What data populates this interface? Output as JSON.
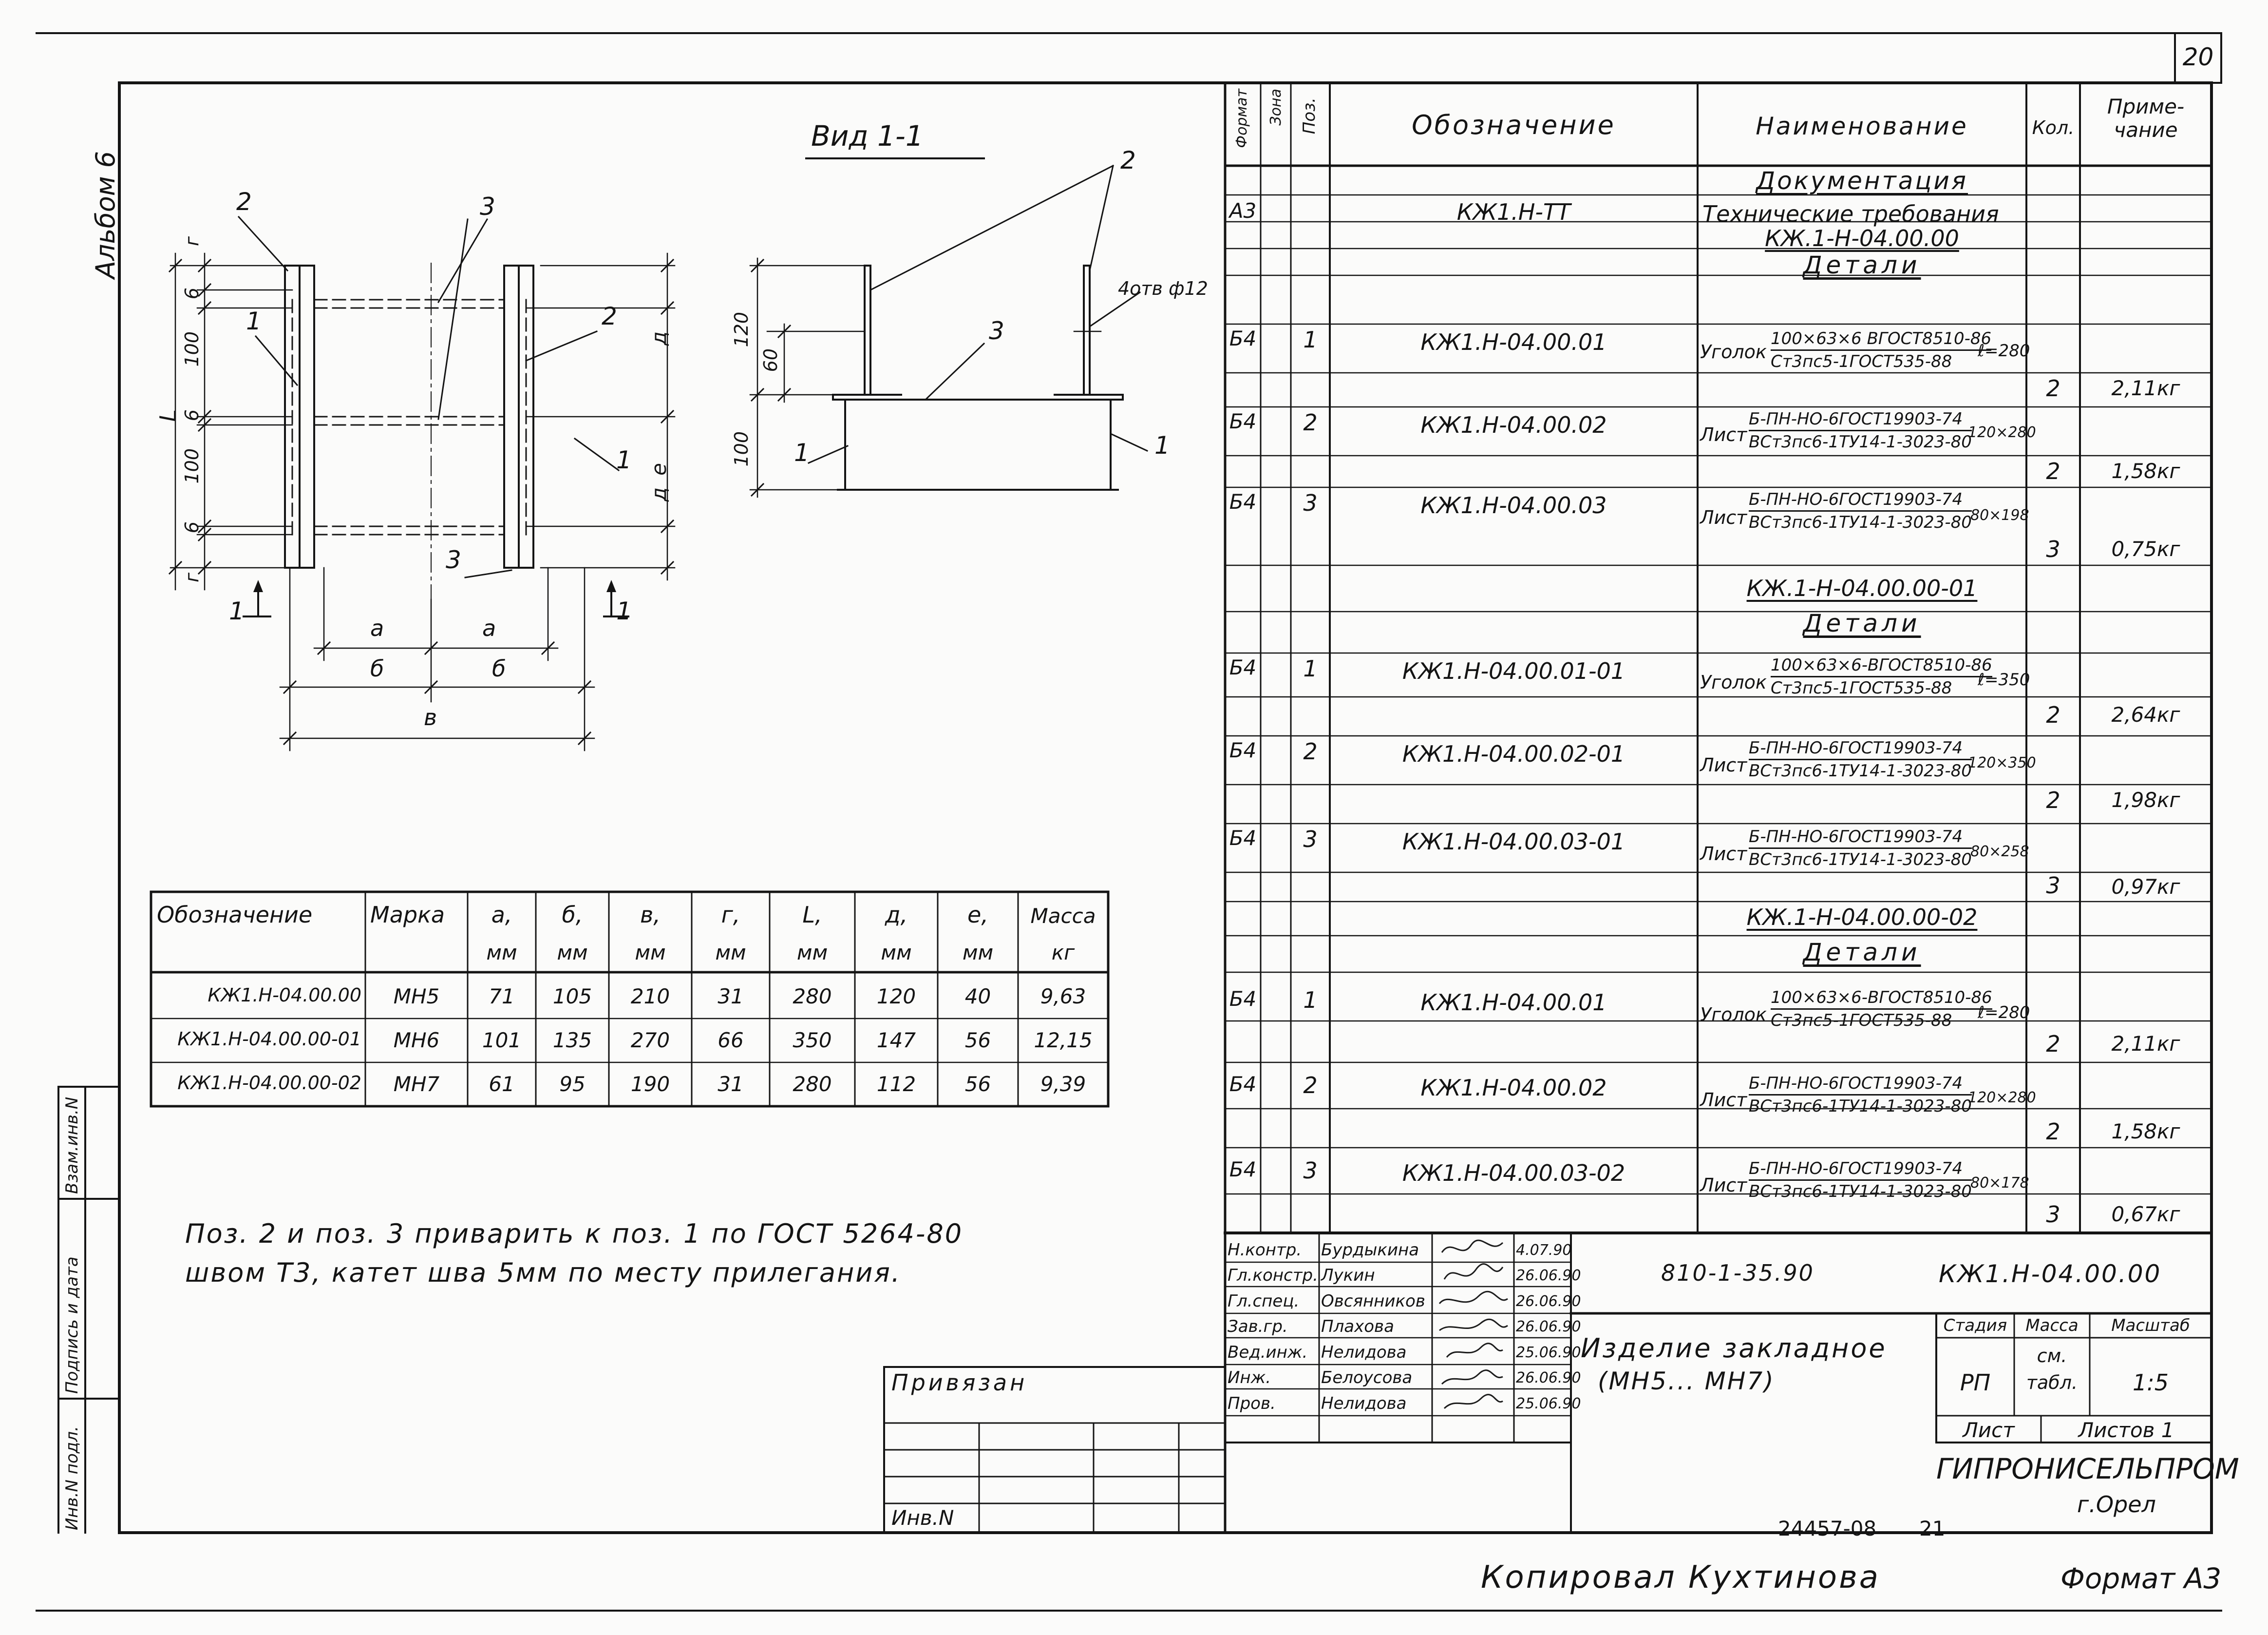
{
  "sheet": {
    "number": "20",
    "album": "Альбом 6",
    "format": "Формат А3",
    "copied_by": "Копировал Кухтинова",
    "archive_number": "24457-08",
    "archive_sheet": "21"
  },
  "left_strip": [
    "Инв.N подл.",
    "Подпись и дата",
    "Взам.инв.N"
  ],
  "drawing": {
    "view_title": "Вид 1-1",
    "callouts": {
      "c1": "1",
      "c2": "2",
      "c3": "3"
    },
    "dims_left": {
      "g": "г",
      "six": "6",
      "hundred": "100",
      "L": "L",
      "d": "д",
      "e": "е",
      "a": "а",
      "b": "б",
      "v": "в",
      "cut1": "1"
    },
    "dims_view": {
      "h120": "120",
      "h60": "60",
      "h100": "100",
      "holes": "4отв ф12"
    }
  },
  "params_table": {
    "headers": [
      {
        "top": "Обозначение",
        "unit": ""
      },
      {
        "top": "Марка",
        "unit": ""
      },
      {
        "top": "а,",
        "unit": "мм"
      },
      {
        "top": "б,",
        "unit": "мм"
      },
      {
        "top": "в,",
        "unit": "мм"
      },
      {
        "top": "г,",
        "unit": "мм"
      },
      {
        "top": "L,",
        "unit": "мм"
      },
      {
        "top": "д,",
        "unit": "мм"
      },
      {
        "top": "е,",
        "unit": "мм"
      },
      {
        "top": "Масса",
        "unit": "кг"
      }
    ],
    "rows": [
      [
        "КЖ1.Н-04.00.00",
        "МН5",
        "71",
        "105",
        "210",
        "31",
        "280",
        "120",
        "40",
        "9,63"
      ],
      [
        "КЖ1.Н-04.00.00-01",
        "МН6",
        "101",
        "135",
        "270",
        "66",
        "350",
        "147",
        "56",
        "12,15"
      ],
      [
        "КЖ1.Н-04.00.00-02",
        "МН7",
        "61",
        "95",
        "190",
        "31",
        "280",
        "112",
        "56",
        "9,39"
      ]
    ]
  },
  "note": {
    "line1": "Поз. 2 и поз. 3 приварить к поз. 1  по ГОСТ 5264-80",
    "line2": "швом Т3, катет шва 5мм  по месту прилегания."
  },
  "bound_label": "Привязан",
  "inv_label": "Инв.N",
  "spec": {
    "headers": {
      "format": "Формат",
      "zone": "Зона",
      "pos": "Поз.",
      "designation": "Обозначение",
      "name": "Наименование",
      "qty": "Кол.",
      "note": "Приме-чание"
    },
    "section_doc": "Документация",
    "tt": {
      "format": "А3",
      "designation": "КЖ1.Н-ТТ",
      "name": "Технические требования"
    },
    "assembly_0": "КЖ.1-Н-04.00.00",
    "assembly_1": "КЖ.1-Н-04.00.00-01",
    "assembly_2": "КЖ.1-Н-04.00.00-02",
    "details_label": "Детали",
    "items": [
      {
        "format": "Б4",
        "pos": "1",
        "designation": "КЖ1.Н-04.00.01",
        "kind": "Уголок",
        "top": "100×63×6 ВГОСТ8510-86",
        "bot": "Ст3пс5-1ГОСТ535-88",
        "size": "ℓ=280",
        "qty": "2",
        "mass": "2,11кг"
      },
      {
        "format": "Б4",
        "pos": "2",
        "designation": "КЖ1.Н-04.00.02",
        "kind": "Лист",
        "top": "Б-ПН-НО-6ГОСТ19903-74",
        "bot": "ВСт3пс6-1ТУ14-1-3023-80",
        "size": "120×280",
        "qty": "2",
        "mass": "1,58кг"
      },
      {
        "format": "Б4",
        "pos": "3",
        "designation": "КЖ1.Н-04.00.03",
        "kind": "Лист",
        "top": "Б-ПН-НО-6ГОСТ19903-74",
        "bot": "ВСт3пс6-1ТУ14-1-3023-80",
        "size": "80×198",
        "qty": "3",
        "mass": "0,75кг"
      },
      {
        "format": "Б4",
        "pos": "1",
        "designation": "КЖ1.Н-04.00.01-01",
        "kind": "Уголок",
        "top": "100×63×6-ВГОСТ8510-86",
        "bot": "Ст3пс5-1ГОСТ535-88",
        "size": "ℓ=350",
        "qty": "2",
        "mass": "2,64кг"
      },
      {
        "format": "Б4",
        "pos": "2",
        "designation": "КЖ1.Н-04.00.02-01",
        "kind": "Лист",
        "top": "Б-ПН-НО-6ГОСТ19903-74",
        "bot": "ВСт3пс6-1ТУ14-1-3023-80",
        "size": "120×350",
        "qty": "2",
        "mass": "1,98кг"
      },
      {
        "format": "Б4",
        "pos": "3",
        "designation": "КЖ1.Н-04.00.03-01",
        "kind": "Лист",
        "top": "Б-ПН-НО-6ГОСТ19903-74",
        "bot": "ВСт3пс6-1ТУ14-1-3023-80",
        "size": "80×258",
        "qty": "3",
        "mass": "0,97кг"
      },
      {
        "format": "Б4",
        "pos": "1",
        "designation": "КЖ1.Н-04.00.01",
        "kind": "Уголок",
        "top": "100×63×6-ВГОСТ8510-86",
        "bot": "Ст3пс5-1ГОСТ535-88",
        "size": "ℓ=280",
        "qty": "2",
        "mass": "2,11кг"
      },
      {
        "format": "Б4",
        "pos": "2",
        "designation": "КЖ1.Н-04.00.02",
        "kind": "Лист",
        "top": "Б-ПН-НО-6ГОСТ19903-74",
        "bot": "ВСт3пс6-1ТУ14-1-3023-80",
        "size": "120×280",
        "qty": "2",
        "mass": "1,58кг"
      },
      {
        "format": "Б4",
        "pos": "3",
        "designation": "КЖ1.Н-04.00.03-02",
        "kind": "Лист",
        "top": "Б-ПН-НО-6ГОСТ19903-74",
        "bot": "ВСт3пс6-1ТУ14-1-3023-80",
        "size": "80×178",
        "qty": "3",
        "mass": "0,67кг"
      }
    ]
  },
  "title_block": {
    "signers": [
      {
        "role": "Н.контр.",
        "name": "Бурдыкина",
        "date": "4.07.90"
      },
      {
        "role": "Гл.констр.",
        "name": "Лукин",
        "date": "26.06.90"
      },
      {
        "role": "Гл.спец.",
        "name": "Овсянников",
        "date": "26.06.90"
      },
      {
        "role": "Зав.гр.",
        "name": "Плахова",
        "date": "26.06.90"
      },
      {
        "role": "Вед.инж.",
        "name": "Нелидова",
        "date": "25.06.90"
      },
      {
        "role": "Инж.",
        "name": "Белоусова",
        "date": "26.06.90"
      },
      {
        "role": "Пров.",
        "name": "Нелидова",
        "date": "25.06.90"
      }
    ],
    "series": "810-1-35.90",
    "doc_code": "КЖ1.Н-04.00.00",
    "title_line1": "Изделие закладное",
    "title_line2": "(МН5... МН7)",
    "stage_label": "Стадия",
    "mass_label": "Масса",
    "scale_label": "Масштаб",
    "stage": "РП",
    "mass_val1": "см.",
    "mass_val2": "табл.",
    "scale": "1:5",
    "sheet_label": "Лист",
    "sheets_label": "Листов 1",
    "org": "ГИПРОНИСЕЛЬПРОМ",
    "city": "г.Орел"
  }
}
